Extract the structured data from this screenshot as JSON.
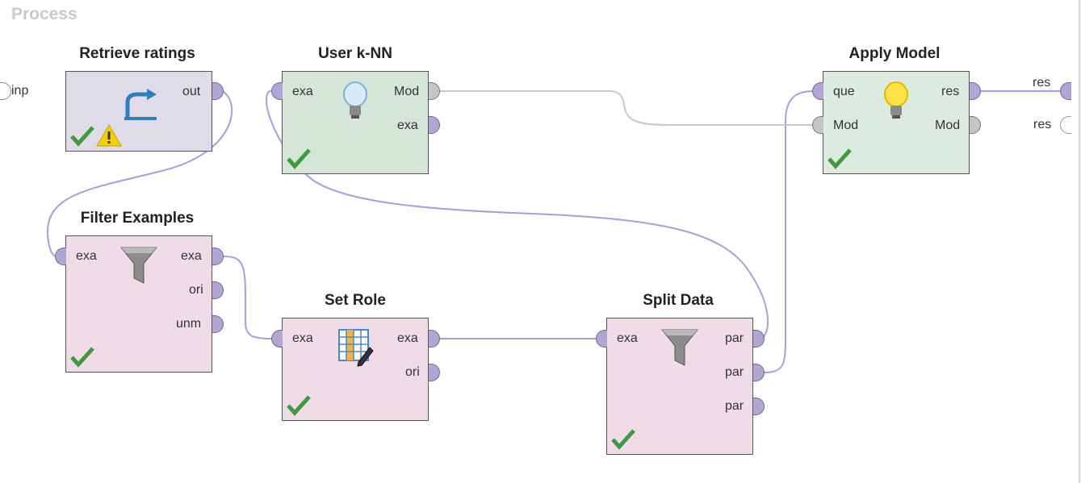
{
  "process_title": "Process",
  "process_inputs": [
    {
      "label": "inp"
    }
  ],
  "process_outputs": [
    {
      "label": "res"
    },
    {
      "label": "res"
    }
  ],
  "operators": {
    "retrieve": {
      "title": "Retrieve ratings",
      "outputs": [
        "out"
      ],
      "status": [
        "ok",
        "warning"
      ],
      "icon": "retrieve-arrow-icon",
      "color": "#e0dbe8"
    },
    "knn": {
      "title": "User k-NN",
      "inputs": [
        "exa"
      ],
      "outputs": [
        "Mod",
        "exa"
      ],
      "status": [
        "ok"
      ],
      "icon": "lightbulb-off-icon",
      "color": "#d5e6d8"
    },
    "apply": {
      "title": "Apply Model",
      "inputs": [
        "que",
        "Mod"
      ],
      "outputs": [
        "res",
        "Mod"
      ],
      "status": [
        "ok"
      ],
      "icon": "lightbulb-on-icon",
      "color": "#dcebdf"
    },
    "filter": {
      "title": "Filter Examples",
      "inputs": [
        "exa"
      ],
      "outputs": [
        "exa",
        "ori",
        "unm"
      ],
      "status": [
        "ok"
      ],
      "icon": "funnel-icon",
      "color": "#efdce6"
    },
    "setrole": {
      "title": "Set Role",
      "inputs": [
        "exa"
      ],
      "outputs": [
        "exa",
        "ori"
      ],
      "status": [
        "ok"
      ],
      "icon": "table-edit-icon",
      "color": "#efdce6"
    },
    "split": {
      "title": "Split Data",
      "inputs": [
        "exa"
      ],
      "outputs": [
        "par",
        "par",
        "par"
      ],
      "status": [
        "ok"
      ],
      "icon": "funnel-icon",
      "color": "#efdce6"
    }
  },
  "colors": {
    "wire": "#9a8fd1",
    "model_wire": "#c4c4c4",
    "check": "#3d9a3d",
    "warning": "#f5d000"
  }
}
